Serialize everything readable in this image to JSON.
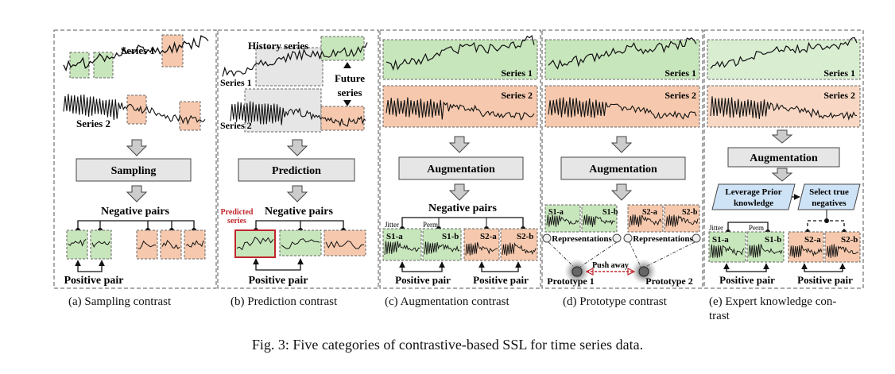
{
  "figure_caption": "Fig. 3: Five categories of contrastive-based SSL for time series data.",
  "panels": [
    {
      "caption": "(a) Sampling contrast",
      "series1": "Series 1",
      "series2": "Series 2",
      "step": "Sampling",
      "negative": "Negative pairs",
      "positive": "Positive pair"
    },
    {
      "caption": "(b) Prediction contrast",
      "history": "History series",
      "future_l1": "Future",
      "future_l2": "series",
      "series1": "Series 1",
      "series2": "Series 2",
      "step": "Prediction",
      "predicted_l1": "Predicted",
      "predicted_l2": "series",
      "negative": "Negative pairs",
      "positive": "Positive pair"
    },
    {
      "caption": "(c) Augmentation contrast",
      "series1": "Series 1",
      "series2": "Series 2",
      "step": "Augmentation",
      "negative": "Negative pairs",
      "jitter": "Jitter",
      "perm": "Perm",
      "s1a": "S1-a",
      "s1b": "S1-b",
      "s2a": "S2-a",
      "s2b": "S2-b",
      "positive": "Positive pair"
    },
    {
      "caption": "(d) Prototype contrast",
      "series1": "Series 1",
      "series2": "Series 2",
      "step": "Augmentation",
      "s1a": "S1-a",
      "s1b": "S1-b",
      "s2a": "S2-a",
      "s2b": "S2-b",
      "representations": "Representations",
      "push": "Push away",
      "proto1": "Prototype 1",
      "proto2": "Prototype 2"
    },
    {
      "caption_l1": "(e) Expert knowledge con-",
      "caption_l2": "trast",
      "series1": "Series 1",
      "series2": "Series 2",
      "step": "Augmentation",
      "prior_l1": "Leverage Prior",
      "prior_l2": "knowledge",
      "select_l1": "Select true",
      "select_l2": "negatives",
      "jitter": "Jitter",
      "perm": "Perm",
      "s1a": "S1-a",
      "s1b": "S1-b",
      "s2a": "S2-a",
      "s2b": "S2-b",
      "positive": "Positive pair"
    }
  ],
  "colors": {
    "green_fill": "#c8e6bc",
    "orange_fill": "#f6c9ae",
    "gray_box": "#e6e6e6",
    "blue_box": "#cfe3f6",
    "red": "#c0262c",
    "dash": "#555555"
  }
}
